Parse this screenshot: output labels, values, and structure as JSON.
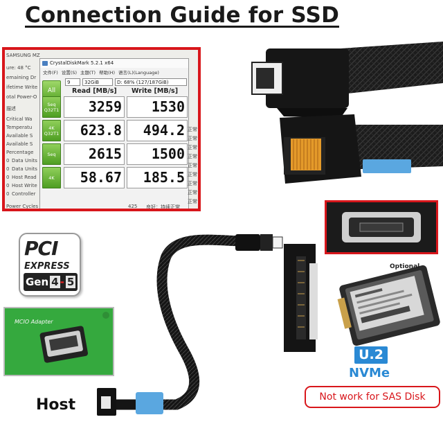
{
  "title": "Connection Guide for SSD",
  "screenshot": {
    "window_title": "CrystalDiskMark 5.2.1 x64",
    "menu": [
      "文件(F)",
      "设置(S)",
      "主题(T)",
      "帮助(H)",
      "语言(L)(Language)"
    ],
    "all_button": "All",
    "selects": {
      "count": "9",
      "size": "32GiB",
      "drive": "D: 68% (127/187GiB)"
    },
    "read_header": "Read [MB/s]",
    "write_header": "Write [MB/s]",
    "rows": [
      {
        "l1": "Seq",
        "l2": "Q32T1",
        "read": "3259",
        "write": "1530"
      },
      {
        "l1": "4K",
        "l2": "Q32T1",
        "read": "623.8",
        "write": "494.2"
      },
      {
        "l1": "Seq",
        "l2": "",
        "read": "2615",
        "write": "1500"
      },
      {
        "l1": "4K",
        "l2": "",
        "read": "58.67",
        "write": "185.5"
      }
    ],
    "bg_left": [
      "SAMSUNG MZ",
      "ure: 48 °C",
      "emaining Dr",
      "ifetime Write",
      "otal Power-O",
      "描述",
      "Critical Wa",
      "Temperatu",
      "Available S",
      "Available S",
      "Percentage",
      "Data Units",
      "Data Units",
      "Host Read",
      "Host Write",
      "Controller",
      "Power Cycles"
    ],
    "bg_left_nums": [
      "",
      "",
      "",
      "",
      "",
      "",
      "",
      "",
      "",
      "",
      "",
      "0",
      "0",
      "0",
      "0",
      "0",
      ""
    ],
    "bg_right": [
      "正常",
      "正常",
      "正常",
      "正常",
      "正常",
      "正常",
      "正常",
      "正常",
      "正常"
    ],
    "power_cycles_value": "425",
    "power_cycles_status": "良好：持续正常"
  },
  "pci_logo": {
    "pci": "PCI",
    "express": "EXPRESS",
    "gen": "Gen",
    "gen_num": "4",
    "gen_dash": "-",
    "gen_num2": "5"
  },
  "mcio_label": "MCIO Adapter",
  "host_label": "Host",
  "optional_label": "Optional",
  "u2_label": "U.2",
  "nvme_label": "NVMe",
  "warning": "Not work for SAS Disk",
  "colors": {
    "red": "#d8161b",
    "blue": "#2a89d4",
    "green": "#35a93e"
  }
}
